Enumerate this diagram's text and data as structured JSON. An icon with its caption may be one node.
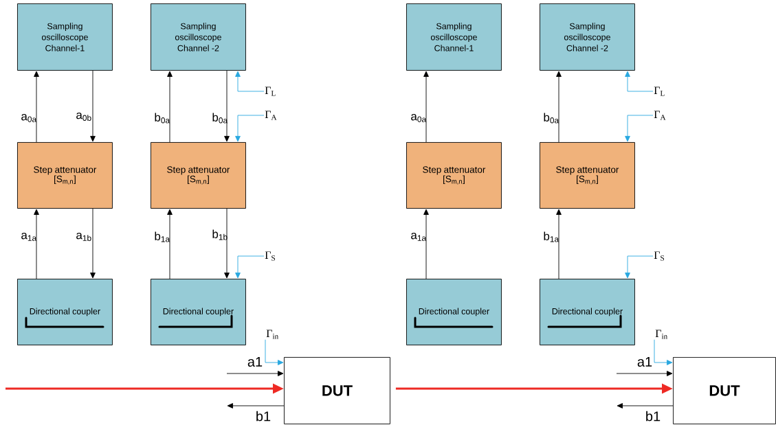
{
  "diagram": {
    "nodes": [
      {
        "text": [
          "Sampling oscilloscope Channel-1"
        ]
      },
      {
        "text": [
          "Sampling oscilloscope Channel -2"
        ]
      },
      {
        "text": [
          "Γ$_{L}$"
        ]
      },
      {
        "text": [
          "Γ$_{A}$"
        ]
      },
      {
        "text": [
          "Step attenuator",
          "[S$_{m,n}$]"
        ]
      },
      {
        "text": [
          "Step attenuator",
          "[S$_{m,n}$]"
        ]
      },
      {
        "text": [
          "Γ$_{S}$"
        ]
      },
      {
        "text": [
          "Directional coupler"
        ]
      },
      {
        "text": [
          "Directional coupler"
        ]
      },
      {
        "text": [
          "Γ$_{in}$"
        ]
      },
      {
        "text": [
          "DUT"
        ]
      },
      {
        "text": [
          "Sampling oscilloscope Channel-1"
        ]
      },
      {
        "text": [
          "Sampling oscilloscope Channel -2"
        ]
      },
      {
        "text": [
          "Γ$_{L}$"
        ]
      },
      {
        "text": [
          "Γ$_{A}$"
        ]
      },
      {
        "text": [
          "Step attenuator",
          "[S$_{m,n}$]"
        ]
      },
      {
        "text": [
          "Step attenuator",
          "[S$_{m,n}$]"
        ]
      },
      {
        "text": [
          "Γ$_{S}$"
        ]
      },
      {
        "text": [
          "Directional coupler"
        ]
      },
      {
        "text": [
          "Directional coupler"
        ]
      },
      {
        "text": [
          "Γ$_{in}$"
        ]
      },
      {
        "text": [
          "DUT"
        ]
      }
    ],
    "edges": [
      {
        "from": 4,
        "to": 0,
        "arrow": "to",
        "label": "a$_{0a}$"
      },
      {
        "from": 0,
        "to": 4,
        "arrow": "to",
        "label": "a$_{0b}$"
      },
      {
        "from": 5,
        "to": 1,
        "arrow": "to",
        "label": "b$_{0a}$"
      },
      {
        "from": 1,
        "to": 5,
        "arrow": "to",
        "label": "b$_{0a}$"
      },
      {
        "from": 2,
        "to": 1,
        "arrow": "to",
        "color": "#29a8e0"
      },
      {
        "from": 3,
        "to": 5,
        "arrow": "to",
        "color": "#29a8e0"
      },
      {
        "from": 7,
        "to": 4,
        "arrow": "to",
        "label": "a$_{1a}$"
      },
      {
        "from": 4,
        "to": 7,
        "arrow": "to",
        "label": "a$_{1b}$"
      },
      {
        "from": 8,
        "to": 5,
        "arrow": "to",
        "label": "b$_{1a}$"
      },
      {
        "from": 5,
        "to": 8,
        "arrow": "to",
        "label": "b$_{1b}$"
      },
      {
        "from": 6,
        "to": 8,
        "arrow": "to",
        "color": "#29a8e0"
      },
      {
        "from": 9,
        "to": 10,
        "arrow": "to",
        "color": "#29a8e0"
      },
      {
        "from": null,
        "to": 10,
        "arrow": "to",
        "label": "a1"
      },
      {
        "from": null,
        "to": 10,
        "arrow": "to",
        "style": "thick",
        "color": "#ee2a24"
      },
      {
        "from": 10,
        "to": null,
        "arrow": "to",
        "label": "b1"
      },
      {
        "from": 15,
        "to": 11,
        "arrow": "to",
        "label": "a$_{0a}$"
      },
      {
        "from": 16,
        "to": 12,
        "arrow": "to",
        "label": "b$_{0a}$"
      },
      {
        "from": 13,
        "to": 12,
        "arrow": "to",
        "color": "#29a8e0"
      },
      {
        "from": 14,
        "to": 16,
        "arrow": "to",
        "color": "#29a8e0"
      },
      {
        "from": 18,
        "to": 15,
        "arrow": "to",
        "label": "a$_{1a}$"
      },
      {
        "from": 19,
        "to": 16,
        "arrow": "to",
        "label": "b$_{1a}$"
      },
      {
        "from": 17,
        "to": 19,
        "arrow": "to",
        "color": "#29a8e0"
      },
      {
        "from": 20,
        "to": 21,
        "arrow": "to",
        "color": "#29a8e0"
      },
      {
        "from": null,
        "to": 21,
        "arrow": "to",
        "label": "a1"
      },
      {
        "from": 10,
        "to": 21,
        "arrow": "to",
        "style": "thick",
        "color": "#ee2a24"
      },
      {
        "from": 21,
        "to": null,
        "arrow": "to",
        "label": "b1"
      }
    ]
  }
}
